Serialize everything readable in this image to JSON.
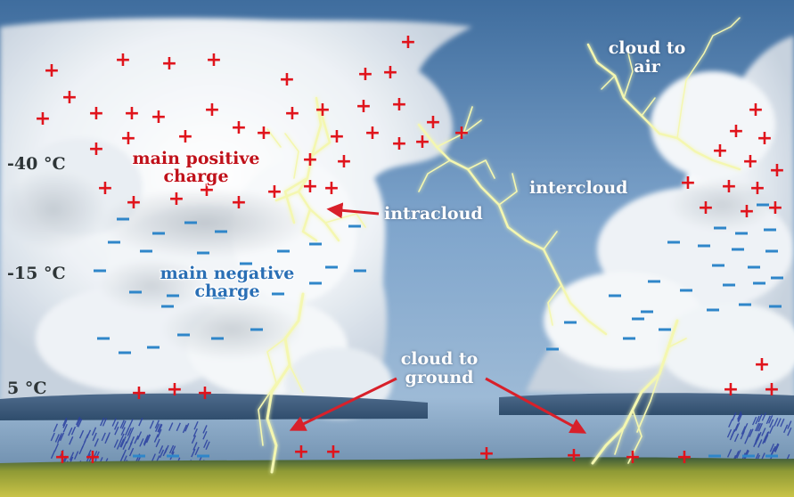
{
  "labels": {
    "cloud_to_air": [
      "cloud to",
      "air"
    ],
    "intercloud": "intercloud",
    "intracloud": "intracloud",
    "cloud_to_ground": [
      "cloud to",
      "ground"
    ],
    "main_positive_charge": [
      "main positive",
      "charge"
    ],
    "main_negative_charge": [
      "main negative",
      "charge"
    ]
  },
  "temperatures": [
    "-40 °C",
    "-15 °C",
    "5 °C"
  ],
  "symbols": {
    "positive": "+",
    "negative": "–"
  },
  "colors": {
    "sky": "#7f9fbf",
    "positive_charge": "#e0141c",
    "negative_charge": "#2f86c9",
    "lightning": "#f4f7b0",
    "arrow": "#d8202a",
    "ground": "#b5b23a",
    "rain": "#2a3fa0"
  }
}
